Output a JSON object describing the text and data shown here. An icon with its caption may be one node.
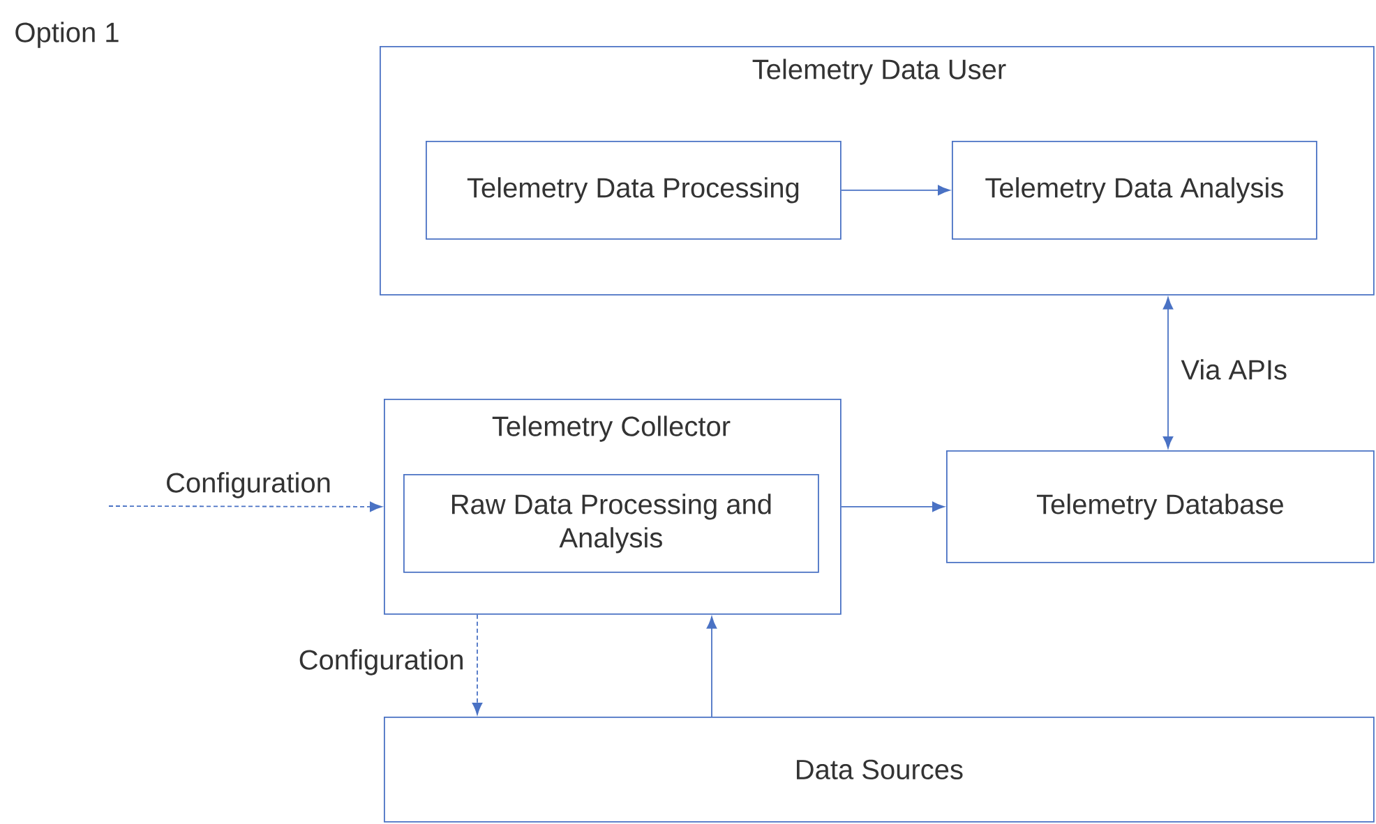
{
  "diagram": {
    "title": "Option 1",
    "nodes": [
      {
        "text": [
          "Telemetry Data User"
        ]
      },
      {
        "text": [
          "Telemetry Data Processing"
        ],
        "in": 0
      },
      {
        "text": [
          "Telemetry Data Analysis"
        ],
        "in": 0
      },
      {
        "text": [
          "Telemetry Collector"
        ]
      },
      {
        "text": [
          "Raw Data Processing and Analysis"
        ],
        "in": 3
      },
      {
        "text": [
          "Telemetry Database"
        ]
      },
      {
        "text": [
          "Data Sources"
        ]
      }
    ],
    "edges": [
      {
        "from": 1,
        "to": 2,
        "arrow": "to"
      },
      {
        "from": 0,
        "to": 5,
        "arrow": "both",
        "label": "Via APIs"
      },
      {
        "from": null,
        "to": 3,
        "arrow": "to",
        "label": "Configuration",
        "style": "dashed"
      },
      {
        "from": 3,
        "to": 5,
        "arrow": "to"
      },
      {
        "from": 3,
        "to": 6,
        "arrow": "to",
        "label": "Configuration",
        "style": "dashed"
      },
      {
        "from": 6,
        "to": 3,
        "arrow": "to"
      }
    ]
  }
}
